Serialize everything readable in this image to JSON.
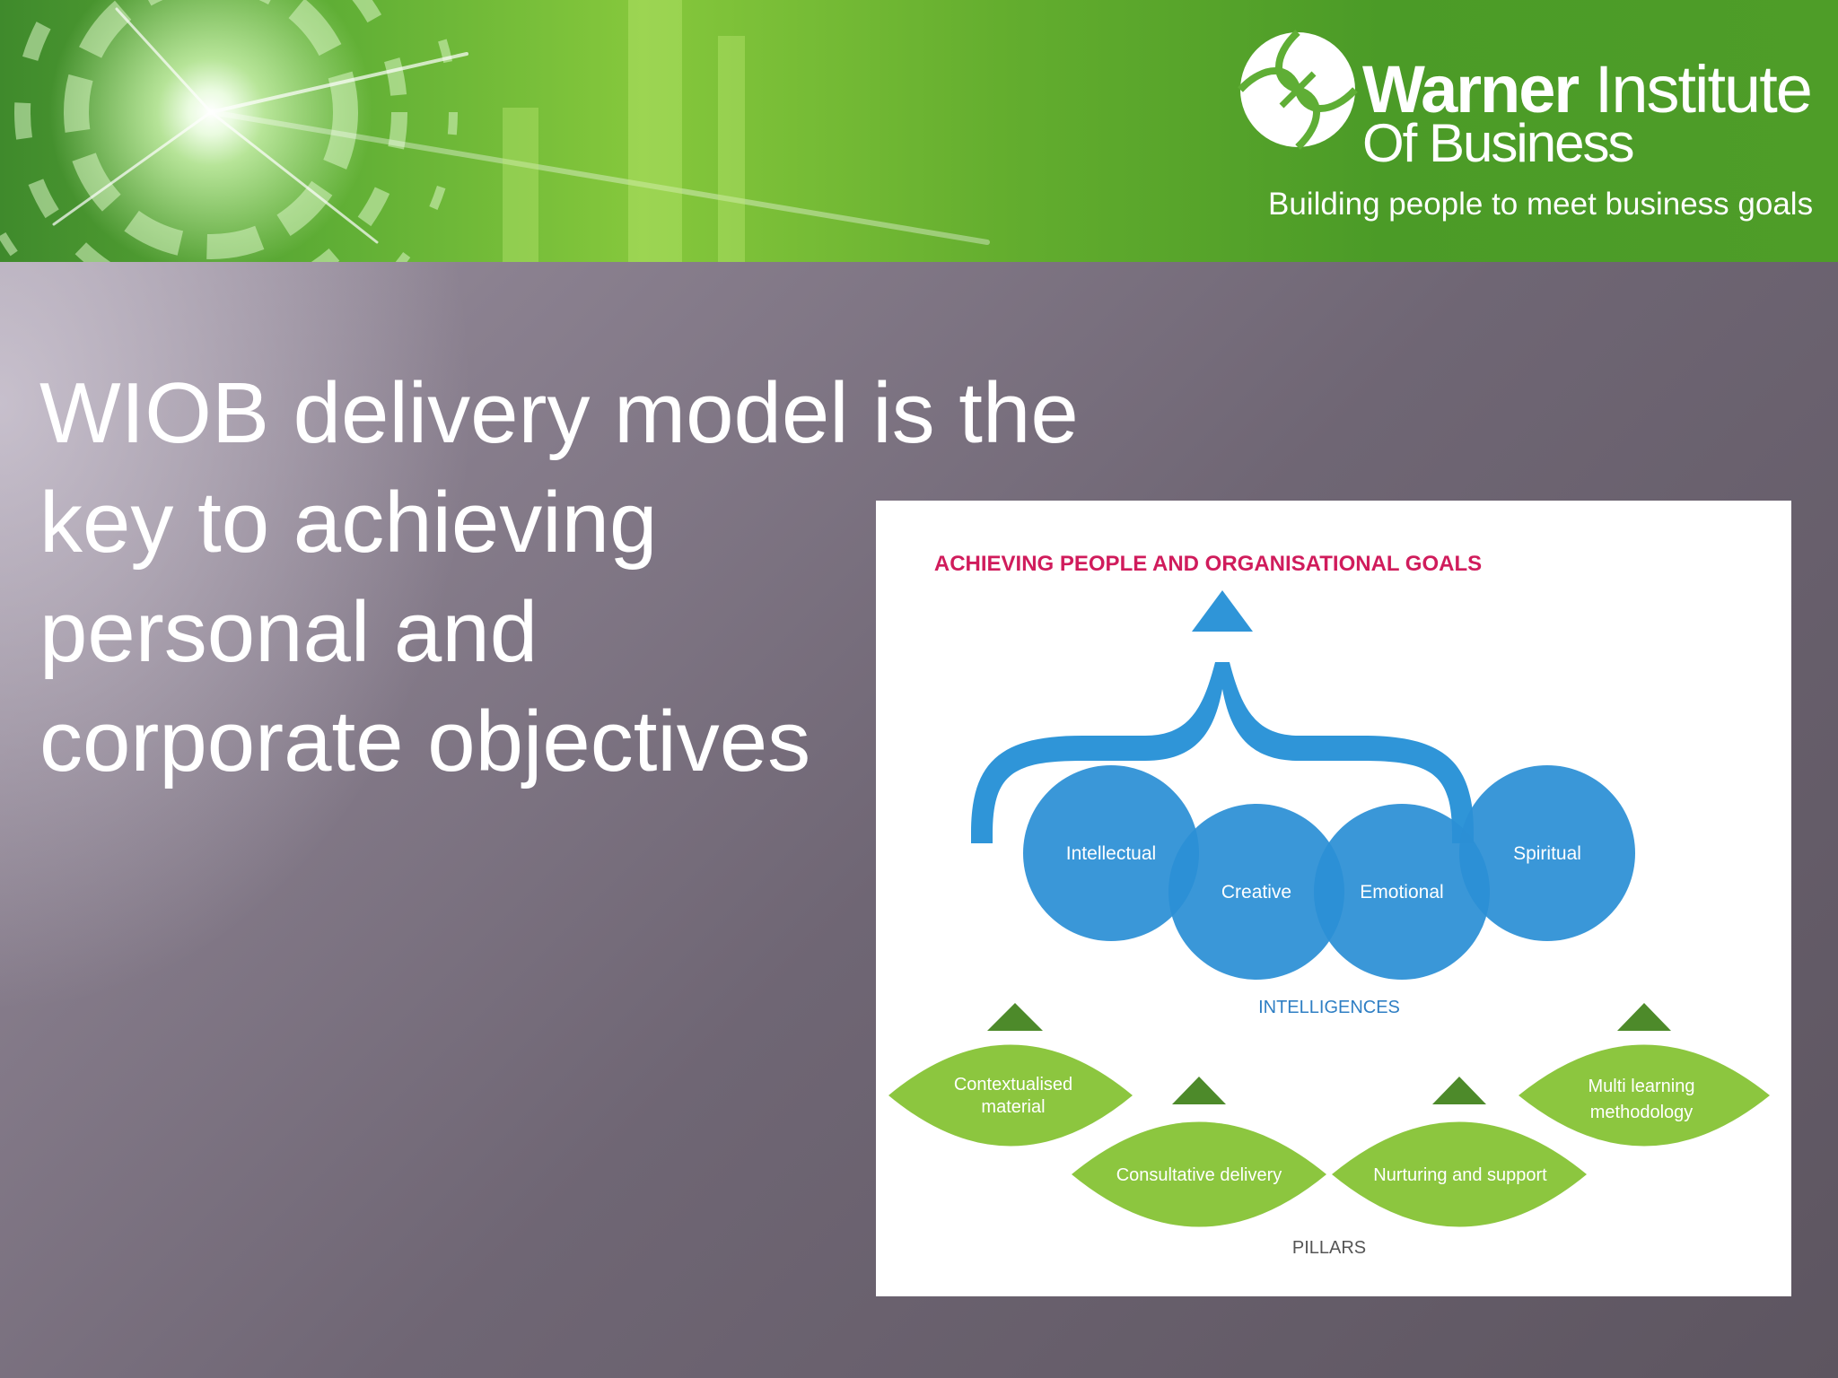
{
  "brand": {
    "name_bold": "Warner",
    "name_rest": " Institute",
    "name_line2": "Of Business",
    "tagline": "Building people to meet business goals"
  },
  "title": {
    "lines": [
      "WIOB delivery model is the",
      "key to achieving",
      "personal and",
      "corporate objectives"
    ]
  },
  "diagram": {
    "heading": "ACHIEVING PEOPLE AND ORGANISATIONAL GOALS",
    "intelligences": [
      "Intellectual",
      "Creative",
      "Emotional",
      "Spiritual"
    ],
    "intelligences_label": "INTELLIGENCES",
    "pillars": [
      {
        "line1": "Contextualised",
        "line2": "material"
      },
      {
        "line1": "Consultative delivery",
        "line2": ""
      },
      {
        "line1": "Nurturing and support",
        "line2": ""
      },
      {
        "line1": "Multi learning",
        "line2": "methodology"
      }
    ],
    "pillars_label": "PILLARS"
  },
  "colors": {
    "banner_green": "#5fae35",
    "heading_pink": "#d01c5c",
    "circle_blue": "#2b8fd5",
    "arrow_blue": "#2f95d8",
    "leaf_green": "#8cc63f",
    "triangle_green": "#4d8a2a",
    "label_blue": "#2f7fc4"
  }
}
